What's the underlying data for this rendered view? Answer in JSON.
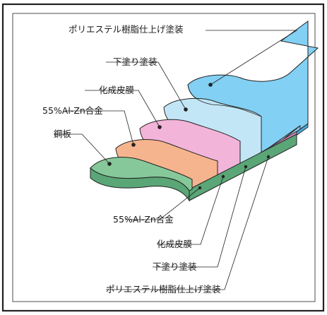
{
  "diagram": {
    "layers": [
      {
        "id": "steel",
        "label": "鋼板",
        "color": "#86c89a",
        "side": "#5aa676"
      },
      {
        "id": "alzn",
        "label": "55%Al-Zn合金",
        "color": "#f6b48e",
        "side": "#e48a60"
      },
      {
        "id": "chem",
        "label": "化成皮膜",
        "color": "#f2b4d8",
        "side": "#dd86be"
      },
      {
        "id": "primer",
        "label": "下塗り塗装",
        "color": "#c2e6f6",
        "side": "#8cc6e2"
      },
      {
        "id": "topcoat",
        "label": "ポリエステル樹脂仕上げ塗装",
        "color": "#82d0f4",
        "side": "#4aa8d8"
      }
    ],
    "top_labels": {
      "topcoat": "ポリエステル樹脂仕上げ塗装",
      "primer": "下塗り塗装",
      "chem": "化成皮膜",
      "alzn": "55%Al-Zn合金",
      "steel": "鋼板"
    },
    "bottom_labels": {
      "alzn": "55%Al-Zn合金",
      "chem": "化成皮膜",
      "primer": "下塗り塗装",
      "topcoat": "ポリエステル樹脂仕上げ塗装"
    }
  }
}
